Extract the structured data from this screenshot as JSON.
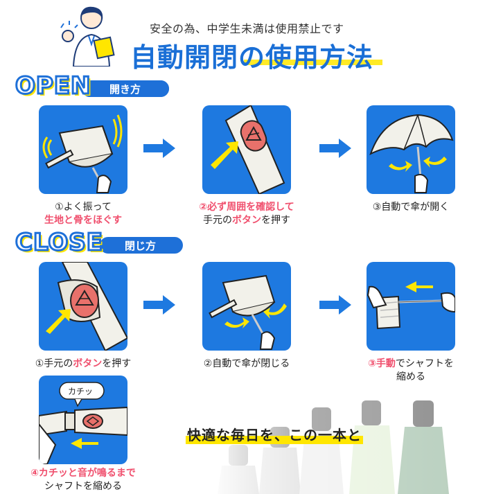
{
  "header": {
    "warning": "安全の為、中学生未満は使用禁止です",
    "title": "自動開閉の使用方法"
  },
  "open": {
    "word": "OPEN",
    "label": "開き方",
    "steps": [
      {
        "num": "①",
        "line1": "よく振って",
        "line2_pink": "生地と骨をほぐす"
      },
      {
        "num": "②",
        "line1_pink": "必ず周囲を確認して",
        "line2_pre": "手元の",
        "line2_pink": "ボタン",
        "line2_post": "を押す"
      },
      {
        "num": "③",
        "line1": "自動で傘が開く"
      }
    ]
  },
  "close": {
    "word": "CLOSE",
    "label": "閉じ方",
    "steps": [
      {
        "num": "①",
        "line1_pre": "手元の",
        "line1_pink": "ボタン",
        "line1_post": "を押す"
      },
      {
        "num": "②",
        "line1": "自動で傘が閉じる"
      },
      {
        "num": "③",
        "line1_pink": "手動",
        "line1_post": "でシャフトを",
        "line2": "縮める"
      },
      {
        "num": "④",
        "bubble": "カチッ",
        "line1_pink": "カチッと音が鳴るまで",
        "line2": "シャフトを縮める"
      }
    ]
  },
  "slogan": "快適な毎日を、この一本と",
  "colors": {
    "blue": "#1e79e0",
    "pink": "#f0506e",
    "yellow": "#ffe600",
    "button": "#e8716b"
  }
}
